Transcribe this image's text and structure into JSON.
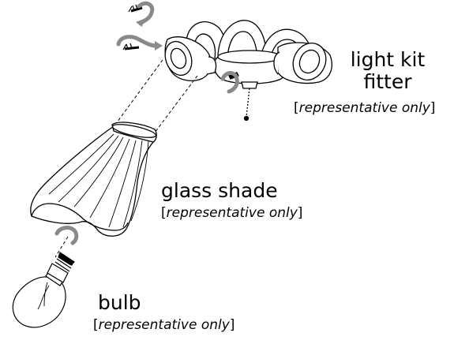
{
  "labels": {
    "fitter": {
      "line1": "light kit",
      "line2": "fitter",
      "note_open": "[",
      "note_text": "representative only",
      "note_close": "]"
    },
    "shade": {
      "title": "glass shade",
      "note_open": "[",
      "note_text": "representative only",
      "note_close": "]"
    },
    "bulb": {
      "title": "bulb",
      "note_open": "[",
      "note_text": "representative only",
      "note_close": "]"
    }
  },
  "colors": {
    "line": "#000000",
    "arrow": "#8a8a8a",
    "fill": "#ffffff"
  }
}
